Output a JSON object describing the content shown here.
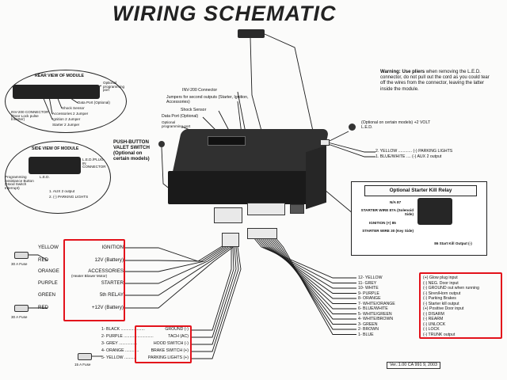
{
  "title": "WIRING SCHEMATIC",
  "warning": {
    "bold": "Warning: Use pliers",
    "text": "when removing the L.E.D. connector, do not pull out the cord as you could tear off the wires from the connector, leaving the latter inside the module."
  },
  "rear_view": {
    "title": "REAR VIEW OF MODULE",
    "labels": [
      "Optional programming port",
      "Data Port (Optional)",
      "Shock Sensor",
      "Accessories 2 Jumper",
      "Ignition 2 Jumper",
      "Starter 2 Jumper",
      "INV-200 CONNECTOR (Door Lock pulse Inverter)"
    ]
  },
  "side_view": {
    "title": "SIDE VIEW OF MODULE",
    "labels": [
      "Programming Assistance Button (Hood Switch Interrupt)",
      "L.E.D.",
      "L.E.D./PLUG-IN CONNECTOR",
      "1. AUX 2 output",
      "2. (-) PARKING LIGHTS"
    ]
  },
  "module_callouts": [
    "INV-200 Connector",
    "Jumpers for second outputs (Starter, Ignition, Accessories)",
    "Shock Sensor",
    "Data Port (Optional)",
    "Optional programming port"
  ],
  "pushbutton": "PUSH-BUTTON VALET SWITCH (Optional on certain models)",
  "led": {
    "note": "(Optional on certain models) +2 VOLT L.E.D.",
    "line1": "2. YELLOW ............ (-) PARKING LIGHTS",
    "line2": "1. BLUE/WHITE .... (-) AUX 2 output"
  },
  "relay": {
    "title": "Optional Starter Kill Relay",
    "pins": [
      "N/A 87",
      "STARTER WIRE 87A (Solenoid Side)",
      "IGNITION (+) 85",
      "STARTER WIRE 30 (Key Side)",
      "86 Start Kill Output (-)"
    ]
  },
  "left_wires": [
    {
      "color": "YELLOW",
      "function": "IGNITION",
      "note": ""
    },
    {
      "color": "RED",
      "function": "12V (Battery)",
      "note": ""
    },
    {
      "color": "ORANGE",
      "function": "ACCESSORIES",
      "note": "(Heater Blower Motor)"
    },
    {
      "color": "PURPLE",
      "function": "STARTER",
      "note": ""
    },
    {
      "color": "GREEN",
      "function": "5th RELAY",
      "note": ""
    },
    {
      "color": "RED",
      "function": "+12V (Battery)",
      "note": ""
    }
  ],
  "fuses": [
    "30 A Fuse",
    "30 A Fuse",
    "15 A Fuse"
  ],
  "bottom_wires": [
    {
      "left": "1- BLACK .....................",
      "right": "GROUND (-)"
    },
    {
      "left": "2- PURPLE ..........................",
      "right": "TACH (AC)"
    },
    {
      "left": "3- GREY ................",
      "right": "HOOD SWITCH (-)"
    },
    {
      "left": "4- ORANGE ............",
      "right": "BRAKE SWITCH (+)"
    },
    {
      "left": "5- YELLOW ..........",
      "right": "PARKING LIGHTS (+)"
    }
  ],
  "right_wires": [
    {
      "wire": "12- YELLOW",
      "function": "(+) Glow plug input"
    },
    {
      "wire": "11- GREY",
      "function": "(-) NEG. Door input"
    },
    {
      "wire": "10- WHITE",
      "function": "(-) GROUND out when running"
    },
    {
      "wire": "9- PURPLE",
      "function": "(-) Siren/Horn output"
    },
    {
      "wire": "8- ORANGE",
      "function": "(-) Parking Brakes"
    },
    {
      "wire": "7- WHITE/ORANGE",
      "function": "(-) Starter kill output"
    },
    {
      "wire": "6- BLUE/WHITE",
      "function": "(+) Positive Door input"
    },
    {
      "wire": "5- WHITE/GREEN",
      "function": "(-) DISARM"
    },
    {
      "wire": "4- WHITE/BROWN",
      "function": "(-) REARM"
    },
    {
      "wire": "3- GREEN",
      "function": "(-) UNLOCK"
    },
    {
      "wire": "2- BROWN",
      "function": "(-) LOCK"
    },
    {
      "wire": "1- BLUE",
      "function": "(-) TRUNK output"
    }
  ],
  "version": "Ver.:1.00 CA 991 9, 2003",
  "colors": {
    "highlight": "#e3121b",
    "line": "#1a1a1a"
  }
}
